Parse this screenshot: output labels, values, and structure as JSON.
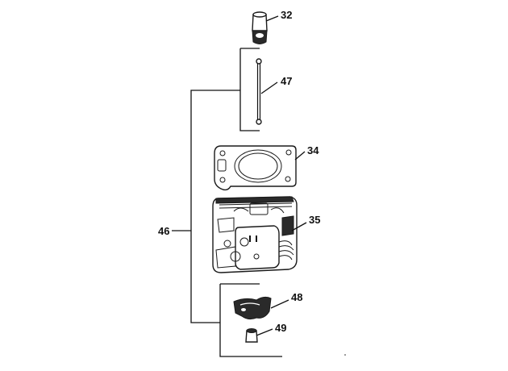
{
  "diagram": {
    "callouts": {
      "c32": "32",
      "c47": "47",
      "c34": "34",
      "c46": "46",
      "c35": "35",
      "c48": "48",
      "c49": "49"
    },
    "colors": {
      "ink": "#111111",
      "background": "#ffffff"
    }
  }
}
